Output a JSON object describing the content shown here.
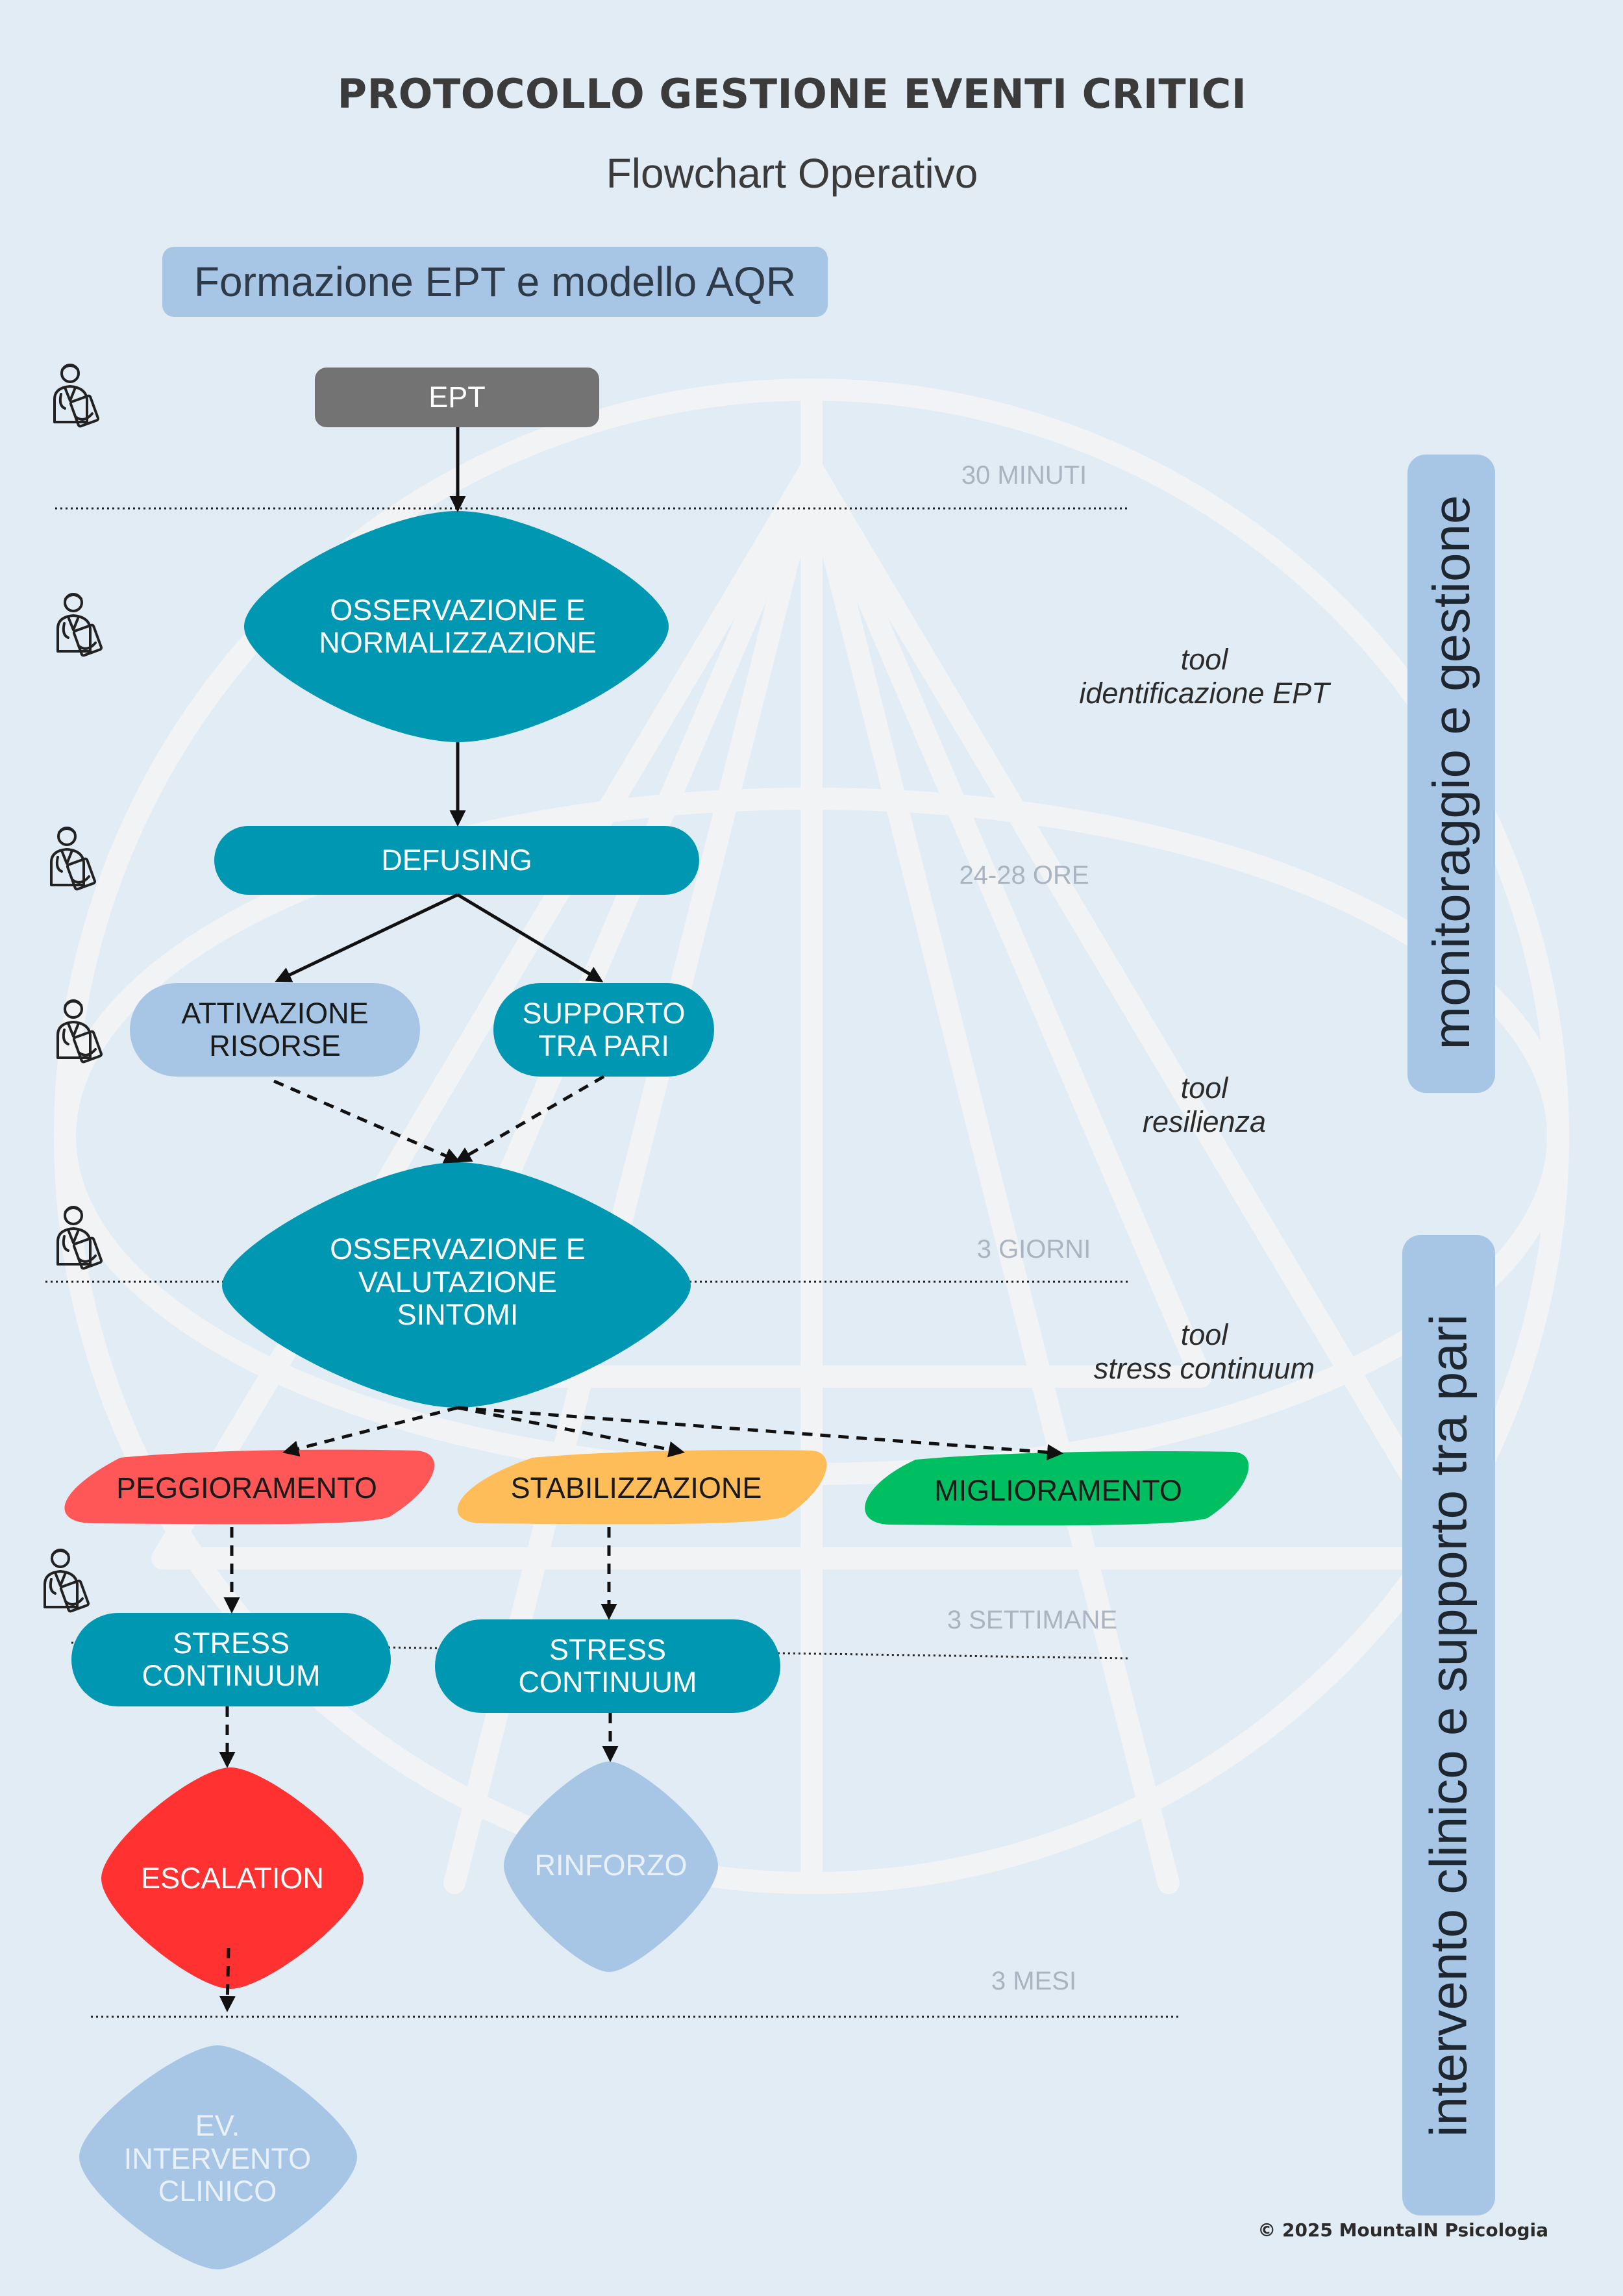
{
  "header": {
    "title": "PROTOCOLLO GESTIONE EVENTI CRITICI",
    "subtitle": "Flowchart Operativo",
    "training_pill": "Formazione EPT e modello AQR"
  },
  "nodes": {
    "ept": "EPT",
    "osservazione_normalizzazione": "OSSERVAZIONE E\nNORMALIZZAZIONE",
    "defusing": "DEFUSING",
    "attivazione_risorse": "ATTIVAZIONE\nRISORSE",
    "supporto_tra_pari": "SUPPORTO\nTRA PARI",
    "osservazione_valutazione": "OSSERVAZIONE E\nVALUTAZIONE\nSINTOMI",
    "peggioramento": "PEGGIORAMENTO",
    "stabilizzazione": "STABILIZZAZIONE",
    "miglioramento": "MIGLIORAMENTO",
    "stress_continuum_left": "STRESS\nCONTINUUM",
    "stress_continuum_right": "STRESS\nCONTINUUM",
    "escalation": "ESCALATION",
    "rinforzo": "RINFORZO",
    "intervento_clinico": "EV.\nINTERVENTO\nCLINICO"
  },
  "timeline": {
    "t1": "30 MINUTI",
    "t2": "24-28 ORE",
    "t3": "3 GIORNI",
    "t4": "3 SETTIMANE",
    "t5": "3 MESI"
  },
  "tools": {
    "identificazione": "tool\nidentificazione EPT",
    "resilienza": "tool\nresilienza",
    "stress_continuum": "tool\nstress continuum"
  },
  "side_panels": {
    "top": "monitoraggio e gestione",
    "bottom": "intervento clinico e supporto tra pari"
  },
  "icons": [
    "doctor-clipboard-icon"
  ],
  "footer": {
    "copyright": "© 2025 MountaIN Psicologia"
  },
  "colors": {
    "background": "#e2ecf5",
    "teal": "#0097b2",
    "light_blue": "#a7c6e6",
    "gray": "#737373",
    "red_salmon": "#ff5757",
    "orange": "#ffbd59",
    "green": "#00bf63",
    "red": "#ff3131"
  }
}
